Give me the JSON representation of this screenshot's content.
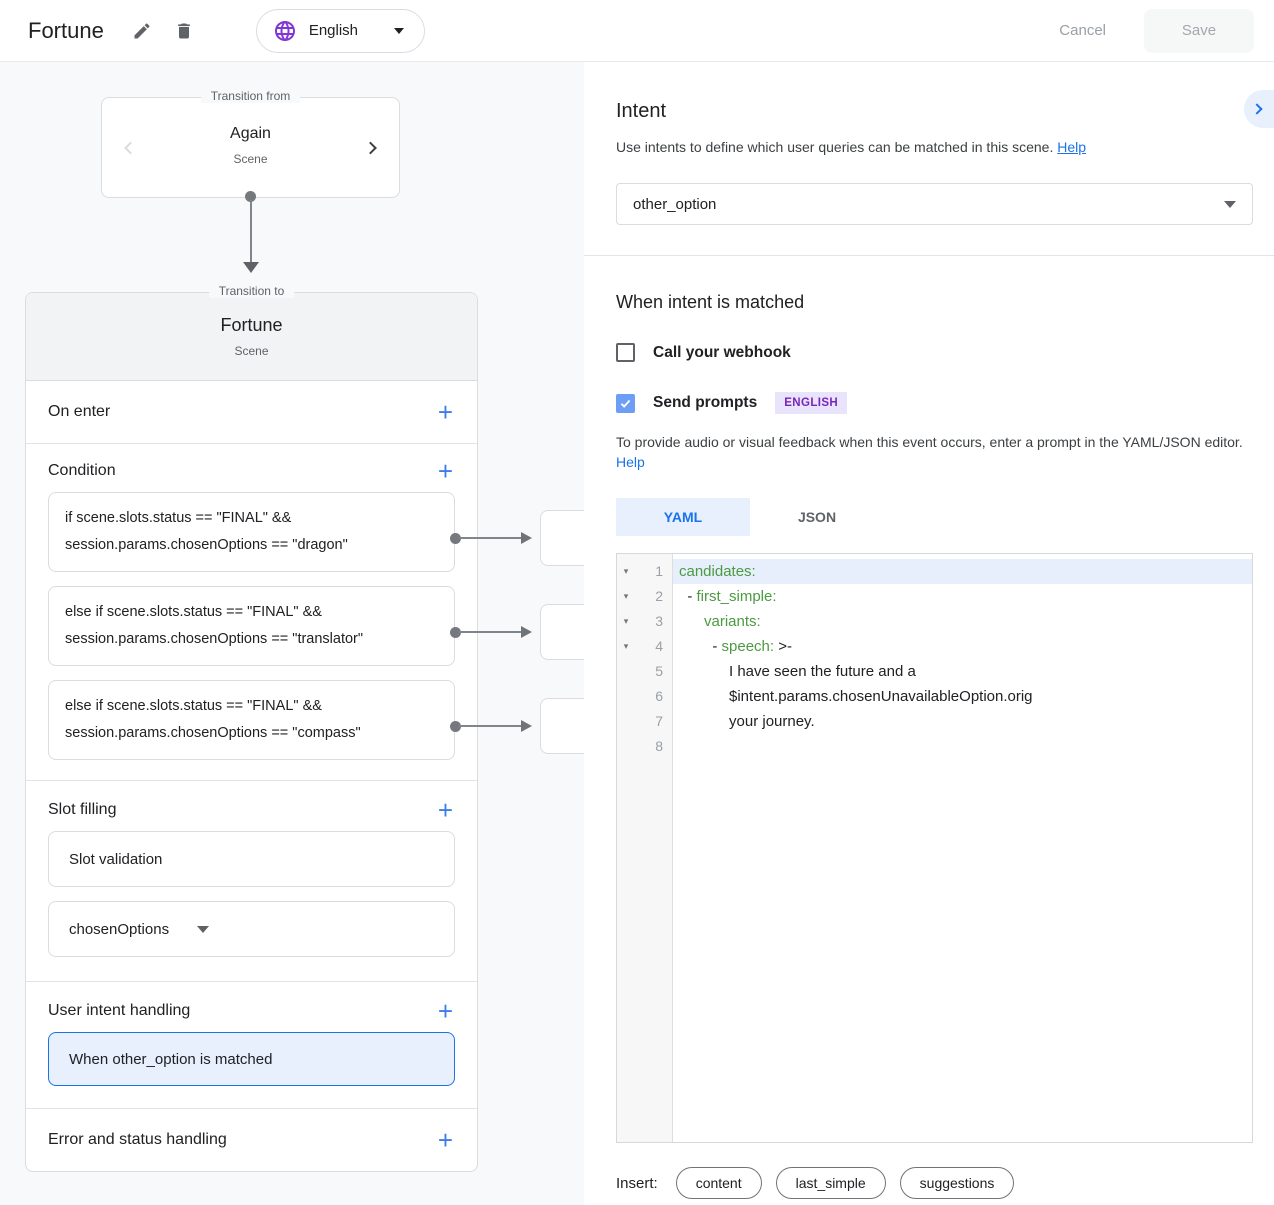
{
  "topbar": {
    "title": "Fortune",
    "language_label": "English",
    "cancel_label": "Cancel",
    "save_label": "Save"
  },
  "graph": {
    "from_card": {
      "legend": "Transition from",
      "title": "Again",
      "subtitle": "Scene"
    },
    "to_card": {
      "legend": "Transition to",
      "title": "Fortune",
      "subtitle": "Scene"
    },
    "on_enter_label": "On enter",
    "condition_label": "Condition",
    "conditions": [
      {
        "line1": "if scene.slots.status == \"FINAL\" &&",
        "line2": "session.params.chosenOptions == \"dragon\""
      },
      {
        "line1": "else if scene.slots.status == \"FINAL\" &&",
        "line2": "session.params.chosenOptions == \"translator\""
      },
      {
        "line1": "else if scene.slots.status == \"FINAL\" &&",
        "line2": "session.params.chosenOptions == \"compass\""
      }
    ],
    "slot_filling_label": "Slot filling",
    "slot_validation_label": "Slot validation",
    "slot_param": "chosenOptions",
    "user_intent_label": "User intent handling",
    "intent_handler": "When other_option is matched",
    "error_label": "Error and status handling"
  },
  "panel": {
    "title": "Intent",
    "description": "Use intents to define which user queries can be matched in this scene.",
    "description_help": "Help",
    "intent_select_value": "other_option",
    "matched_heading": "When intent is matched",
    "webhook_label": "Call your webhook",
    "send_prompts_label": "Send prompts",
    "language_badge": "ENGLISH",
    "editor_hint": "To provide audio or visual feedback when this event occurs, enter a prompt in the YAML/JSON editor.",
    "editor_hint_help": "Help",
    "tabs": [
      {
        "label": "YAML",
        "active": true
      },
      {
        "label": "JSON",
        "active": false
      }
    ],
    "insert_label": "Insert:",
    "insert_chips": [
      "content",
      "last_simple",
      "suggestions"
    ]
  },
  "editor": {
    "lines": [
      {
        "n": "1",
        "fold": true,
        "highlight": true,
        "segments": [
          {
            "text": "candidates:",
            "type": "key"
          }
        ]
      },
      {
        "n": "2",
        "fold": true,
        "segments": [
          {
            "text": "  - ",
            "type": "plain"
          },
          {
            "text": "first_simple:",
            "type": "key"
          }
        ]
      },
      {
        "n": "3",
        "fold": true,
        "segments": [
          {
            "text": "      ",
            "type": "plain"
          },
          {
            "text": "variants:",
            "type": "key"
          }
        ]
      },
      {
        "n": "4",
        "fold": true,
        "segments": [
          {
            "text": "        - ",
            "type": "plain"
          },
          {
            "text": "speech:",
            "type": "key"
          },
          {
            "text": " >-",
            "type": "plain"
          }
        ]
      },
      {
        "n": "5",
        "segments": [
          {
            "text": "            I have seen the future and a",
            "type": "plain"
          }
        ]
      },
      {
        "n": "6",
        "segments": [
          {
            "text": "            $intent.params.chosenUnavailableOption.orig",
            "type": "plain"
          }
        ]
      },
      {
        "n": "7",
        "segments": [
          {
            "text": "            your journey.",
            "type": "plain"
          }
        ]
      },
      {
        "n": "8",
        "segments": []
      }
    ]
  },
  "colors": {
    "accent_blue": "#1a73e8",
    "selection_bg": "#e8f0fe",
    "key_green": "#4c9a41",
    "badge_purple": "#7627bb",
    "badge_bg": "#eae3fc",
    "checkbox_blue": "#6e9df6"
  }
}
